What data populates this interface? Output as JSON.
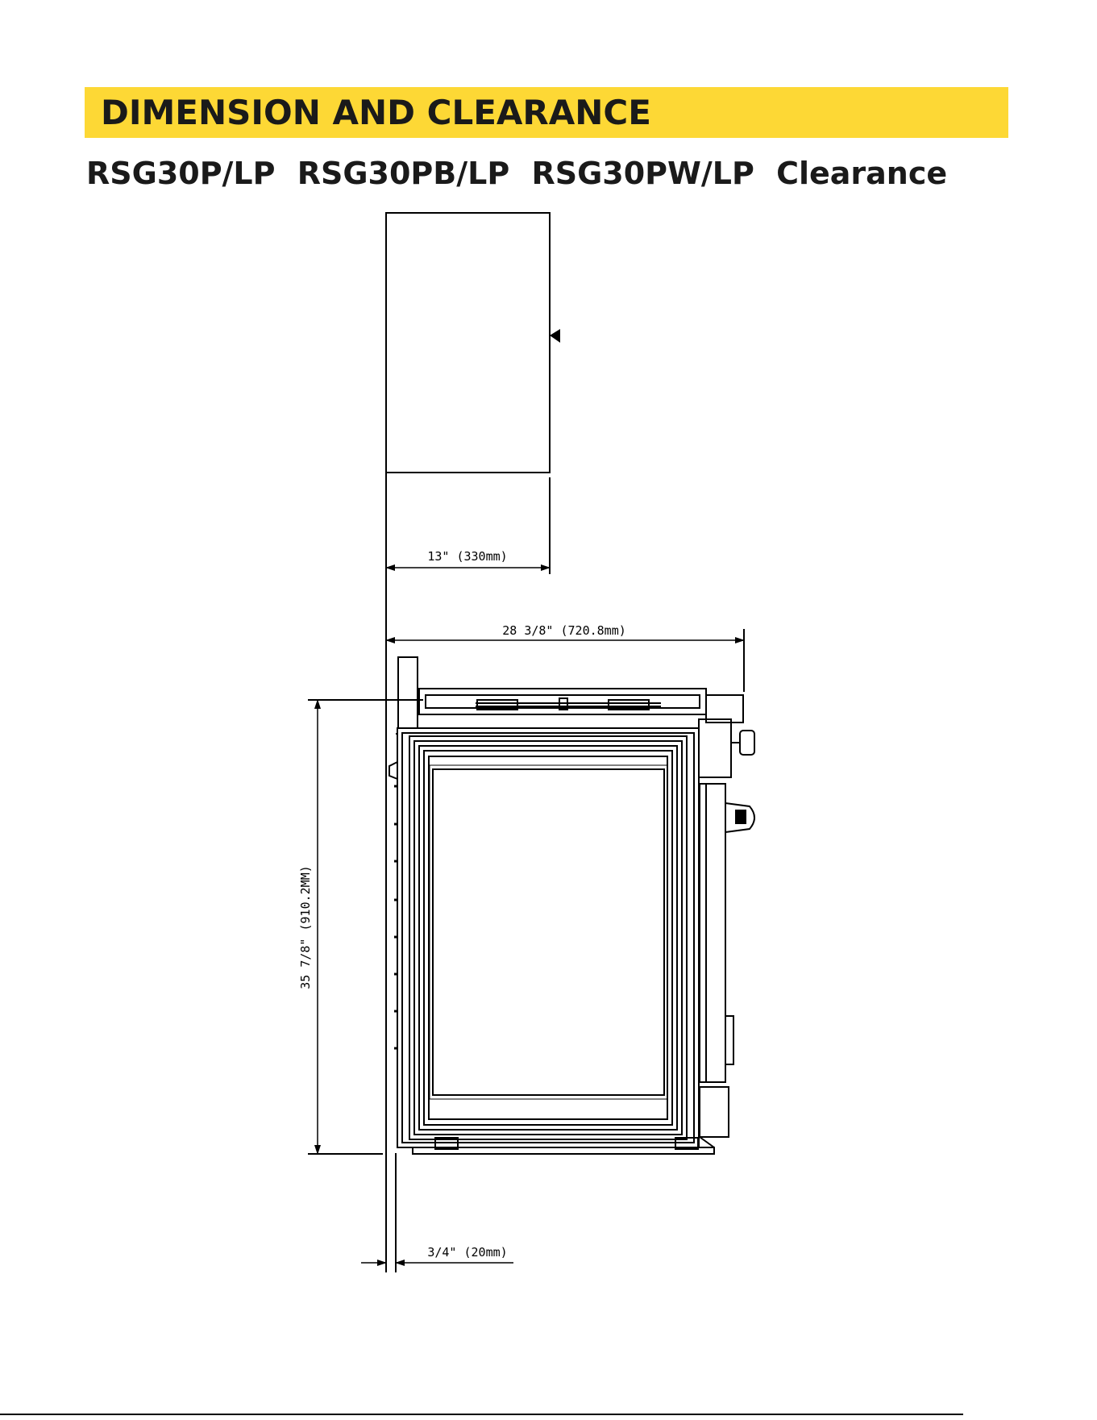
{
  "header": {
    "title": "DIMENSION AND CLEARANCE"
  },
  "subtitle": {
    "models": [
      "RSG30P/LP",
      "RSG30PB/LP",
      "RSG30PW/LP"
    ],
    "label": "Clearance"
  },
  "dimensions": {
    "cabinet_depth": "13\" (330mm)",
    "overall_depth": "28 3/8\" (720.8mm)",
    "height": "35 7/8\" (910.2MM)",
    "rear_gap": "3/4\" (20mm)"
  },
  "colors": {
    "banner": "#fdd835",
    "ink": "#000000"
  }
}
